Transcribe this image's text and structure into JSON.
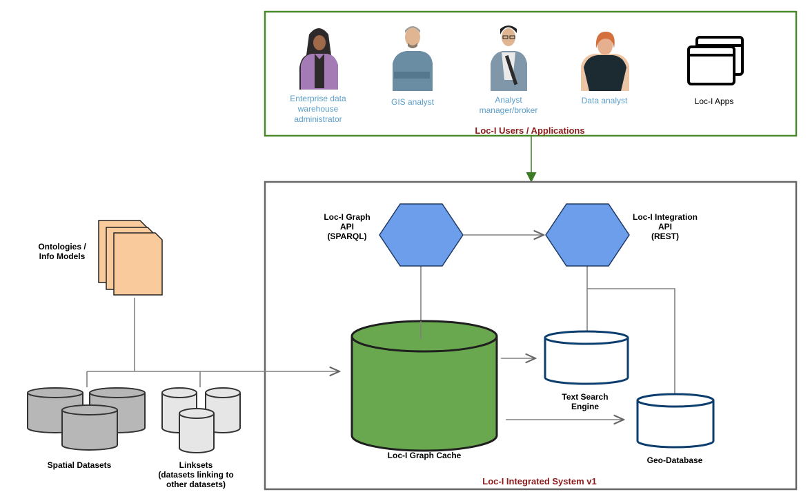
{
  "users_panel": {
    "title": "Loc-I Users / Applications",
    "users": [
      {
        "label": "Enterprise data\nwarehouse\nadministrator"
      },
      {
        "label": "GIS analyst"
      },
      {
        "label": "Analyst\nmanager/broker"
      },
      {
        "label": "Data analyst"
      }
    ],
    "apps_label": "Loc-I Apps"
  },
  "system_panel": {
    "title": "Loc-I Integrated System v1",
    "graph_api": "Loc-I Graph\nAPI\n(SPARQL)",
    "integration_api": "Loc-I Integration\nAPI\n(REST)",
    "graph_cache": "Loc-I Graph Cache",
    "text_search": "Text Search\nEngine",
    "geo_db": "Geo-Database"
  },
  "inputs": {
    "ontologies": "Ontologies /\nInfo Models",
    "spatial": "Spatial Datasets",
    "linksets": "Linksets\n(datasets linking to\nother datasets)"
  },
  "colors": {
    "users_border": "#4a8a2c",
    "system_border": "#666666",
    "hexagon": "#6d9eeb",
    "graph_cache": "#6aa84f",
    "db_outline": "#0b3d6e",
    "doc_fill": "#f9cb9c",
    "spatial_fill": "#b7b7b7",
    "linkset_fill": "#e6e6e6",
    "title_red": "#8b1a1a",
    "user_label": "#5a9ec9"
  }
}
